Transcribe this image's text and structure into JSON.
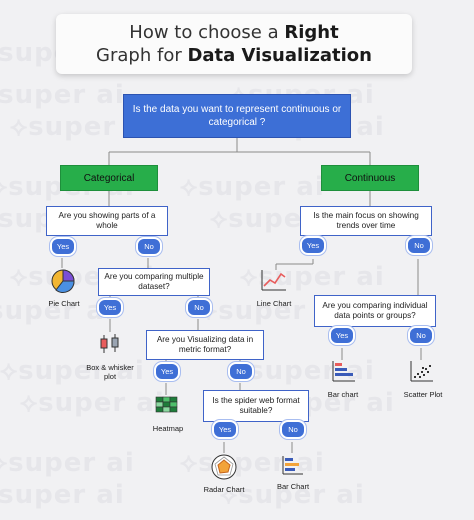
{
  "title": {
    "line1_normal": "How to choose a ",
    "line1_bold": "Right",
    "line2_normal": "Graph for ",
    "line2_bold": "Data Visualization"
  },
  "watermark": "⟡super ai",
  "root_question": "Is the data you want to represent continuous or categorical ?",
  "categorical": {
    "label": "Categorical",
    "q1": "Are you showing parts of a whole",
    "q1_yes": "Yes",
    "q1_no": "No",
    "pie_chart": "Pie Chart",
    "q2": "Are you comparing multiple dataset?",
    "q2_yes": "Yes",
    "q2_no": "No",
    "box_plot": "Box & whisker plot",
    "q3": "Are you Visualizing data in metric format?",
    "q3_yes": "Yes",
    "q3_no": "No",
    "heatmap": "Heatmap",
    "q4": "Is the spider web format suitable?",
    "q4_yes": "Yes",
    "q4_no": "No",
    "radar_chart": "Radar Chart",
    "bar_chart": "Bar Chart"
  },
  "continuous": {
    "label": "Continuous",
    "q1": "Is the main focus on showing trends over time",
    "q1_yes": "Yes",
    "q1_no": "No",
    "line_chart": "Line Chart",
    "q2": "Are you comparing individual data points or groups?",
    "q2_yes": "Yes",
    "q2_no": "No",
    "bar_chart": "Bar chart",
    "scatter_plot": "Scatter Plot"
  }
}
